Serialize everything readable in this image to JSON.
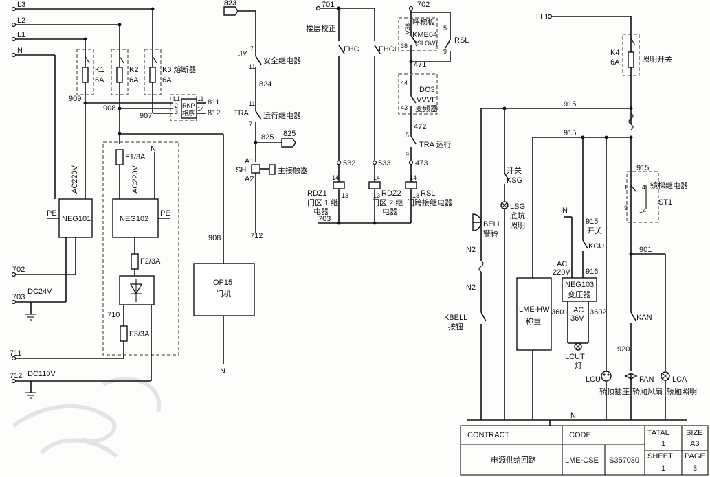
{
  "wires": [
    "L3",
    "L2",
    "L1",
    "N",
    "LL1",
    "823",
    "701",
    "702",
    "703",
    "909",
    "908",
    "907",
    "811",
    "812",
    "824",
    "825",
    "712",
    "908b",
    "702b",
    "703b",
    "711",
    "712b",
    "710",
    "915",
    "915b",
    "915c",
    "901",
    "916",
    "920",
    "532",
    "533",
    "471",
    "472",
    "473",
    "3601",
    "3602",
    "N_top",
    "N_kcu",
    "N_bottom",
    "N_op15",
    "PE1",
    "PE2",
    "N2a",
    "N2b",
    "V38",
    "5a",
    "9a",
    "11a",
    "7a",
    "44",
    "43",
    "5b",
    "9b",
    "14a",
    "13a",
    "14b",
    "13b",
    "14c",
    "13c",
    "A1",
    "A2",
    "7b",
    "11b"
  ],
  "labels": {
    "L3": "L3",
    "L2": "L2",
    "L1": "L1",
    "N": "N",
    "LL1": "LL1",
    "w823": "823",
    "w701": "701",
    "w702": "702",
    "w703": "703",
    "w909": "909",
    "w908": "908",
    "w907": "907",
    "w811": "811",
    "w812": "812",
    "w824": "824",
    "w825a": "825",
    "w825b": "825",
    "w712": "712",
    "w908b": "908",
    "w702b": "702",
    "w703b": "703",
    "w711": "711",
    "w712b": "712",
    "w710": "710",
    "w915a": "915",
    "w915b": "915",
    "w915c": "915",
    "w901": "901",
    "w916": "916",
    "w920": "920",
    "w532": "532",
    "w533": "533",
    "w471": "471",
    "w472": "472",
    "w473": "473",
    "w3601": "3601",
    "w3602": "3602",
    "K1": "K1",
    "K1r": "6A",
    "K2": "K2",
    "K2r": "6A",
    "K3": "K3 熔断器",
    "K3r": "6A",
    "K4": "K4",
    "K4r": "6A",
    "K4n": "照明开关",
    "RKP1": "RKP",
    "RKP2": "相序",
    "L1p": "L1",
    "p2": "2",
    "p3": "3",
    "p11": "11",
    "p14": "14",
    "NEG101": "NEG101",
    "NEG102": "NEG102",
    "NEG103": "NEG103",
    "NEG103n": "变压器",
    "AC220a": "AC220V",
    "AC220b": "AC220V",
    "AC220c": "AC",
    "AC220d": "220V",
    "AC36a": "AC",
    "AC36b": "36V",
    "F1": "F1/3A",
    "F2": "F2/3A",
    "F3": "F3/3A",
    "PEa": "PE",
    "PEb": "PE",
    "DC24": "DC24V",
    "DC110": "DC110V",
    "Nin": "N",
    "Nop": "N",
    "Nkcu": "N",
    "Nbot": "N",
    "JY": "JY",
    "JYn": "安全继电器",
    "TRA1": "TRA",
    "TRA1n": "运行继电器",
    "SH": "SH",
    "SHn": "主接触器",
    "A1": "A1",
    "A2": "A2",
    "c7a": "7",
    "c11a": "11",
    "c11b": "11",
    "c7b": "7",
    "OP15": "OP15",
    "OP15n": "门机",
    "floor": "楼层校正",
    "FHC": "FHC",
    "FHCI": "FHCI",
    "RDZ1": "RDZ1",
    "RDZ1n1": "门区 1 继",
    "RDZ1n2": "电器",
    "RDZ2": "RDZ2",
    "RDZ2n1": "门区 2 继",
    "RDZ2n2": "电器",
    "RSL": "RSL",
    "RSLn": "门跨接继电器",
    "RSLa": "RSL",
    "n14a": "14",
    "n13a": "13",
    "n14b": "14",
    "n13b": "13",
    "n14c": "14",
    "n13c": "13",
    "V38": "V38",
    "call": "呼梯板",
    "KME64": "KME64",
    "SLOW": "(SLOW)",
    "n38": "38",
    "n5a": "5",
    "n9a": "9",
    "n44": "44",
    "n43": "43",
    "DO3": "DO3",
    "VVVF": "VVVF",
    "inv": "变频器",
    "TRA2": "TRA 运行",
    "n5b": "5",
    "n9b": "9",
    "KSGa": "开关",
    "KSG": "KSG",
    "LSG": "LSG",
    "LSGn1": "底坑",
    "LSGn2": "照明",
    "BELL": "BELL",
    "BELLn": "警铃",
    "N2a": "N2",
    "N2b": "N2",
    "KBELL": "KBELL",
    "KBELLn": "按钮",
    "LMEHW": "LME-HW",
    "LMEHWn": "称重",
    "KCUa": "开关",
    "KCU": "KCU",
    "LCUT": "LCUT",
    "LCUTn": "灯",
    "relay": "镜梯继电器",
    "ST1": "ST1",
    "s1": "1",
    "s4": "4",
    "s9": "9",
    "s14": "14",
    "KAN": "KAN",
    "LCU": "LCU",
    "LCUn": "轿顶插座",
    "FAN": "FAN",
    "FANn": "轿厢风扇",
    "LCA": "LCA",
    "LCAn": "轿厢照明"
  },
  "title_block": {
    "contract": "CONTRACT",
    "code": "CODE",
    "tatal": "TATAL",
    "size": "SIZE",
    "tatal_val": "1",
    "size_val": "A3",
    "name": "电源供给回路",
    "code_val": "LME-CSE",
    "drawing_no": "S357030",
    "sheet": "SHEET",
    "page": "PAGE",
    "sheet_val": "1",
    "page_val": "3"
  }
}
